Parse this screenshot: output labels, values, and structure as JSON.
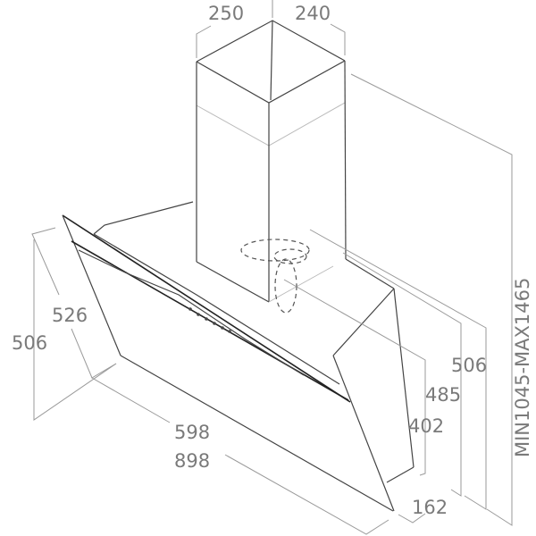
{
  "title": "Cooker hood dimension drawing",
  "dimensions": {
    "chimney_width": "250",
    "chimney_depth": "240",
    "total_height": "MIN1045-MAX1465",
    "hood_depth_top": "506",
    "hood_depth_mid": "485",
    "side_height": "402",
    "side_depth_bottom": "162",
    "glass_width": "598",
    "hood_width": "898",
    "glass_height": "526",
    "hood_height_left": "506"
  },
  "colors": {
    "dimension_text": "#7a7a7a",
    "line": "#444444"
  }
}
